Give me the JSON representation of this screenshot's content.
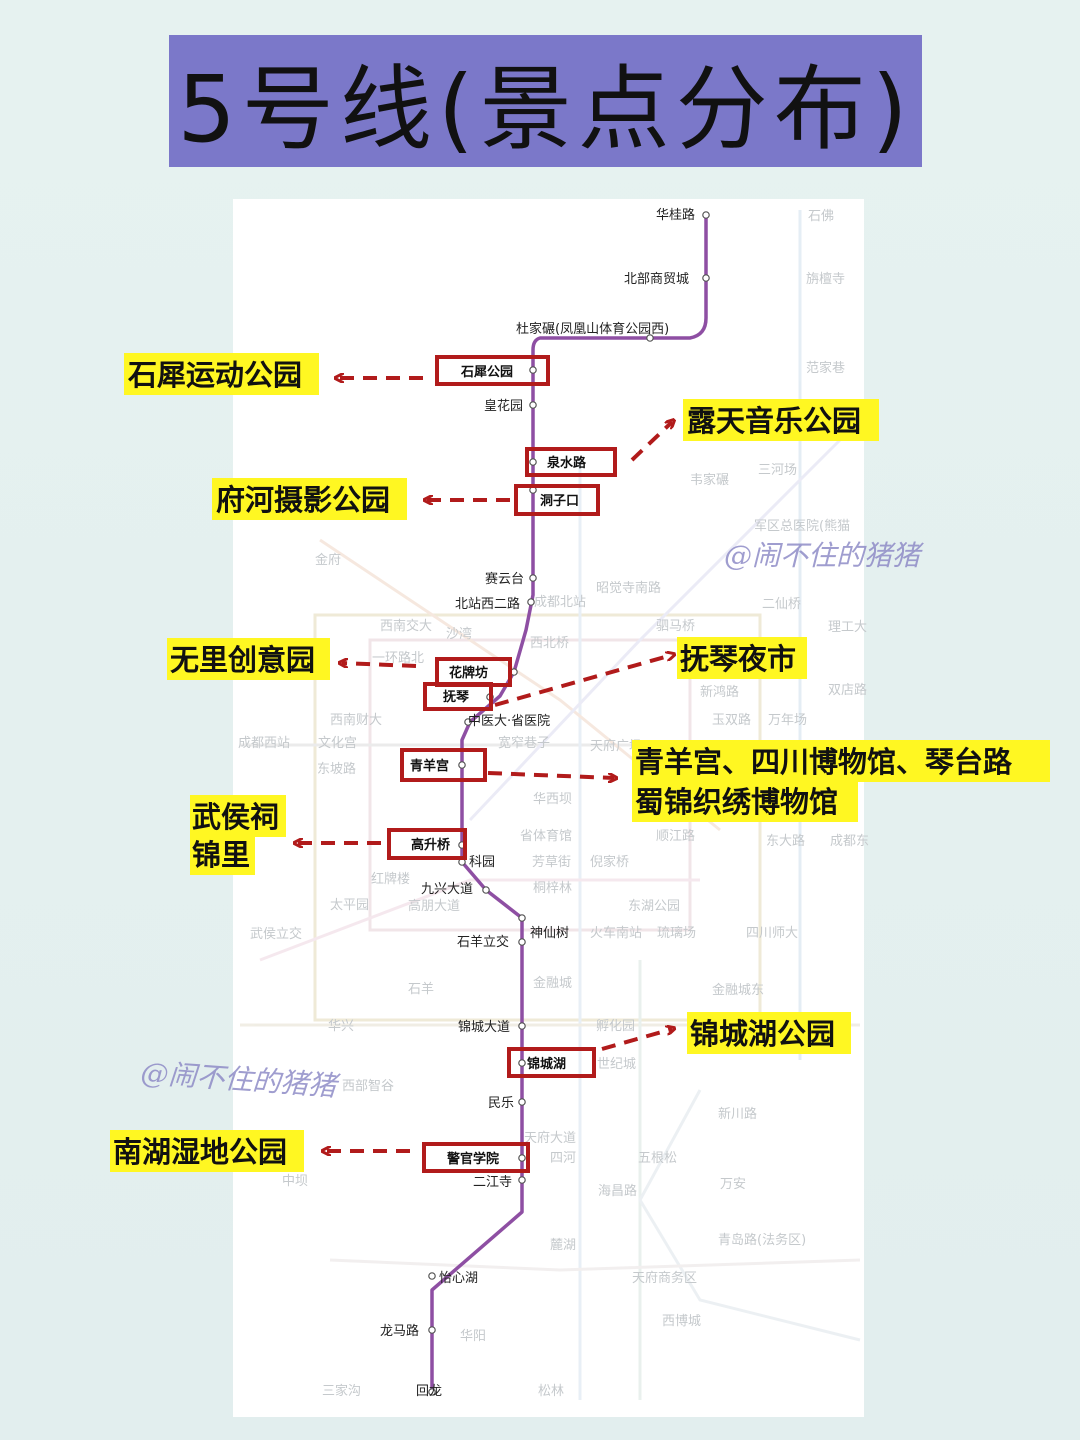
{
  "title": "5号线(景点分布)",
  "watermark": "@闹不住的猪猪",
  "colors": {
    "title_bg": "#7b78c9",
    "line5": "#8e4fa3",
    "box": "#b11b1b",
    "highlight": "#fff722",
    "watermark": "#8f8cc7"
  },
  "line_stations": [
    "华桂路",
    "北部商贸城",
    "杜家碾(凤凰山体育公园西)",
    "石犀公园",
    "皇花园",
    "泉水路",
    "洞子口",
    "赛云台",
    "北站西二路",
    "花牌坊",
    "抚琴",
    "中医大·省医院",
    "青羊宫",
    "高升桥",
    "科园",
    "九兴大道",
    "神仙树",
    "石羊立交",
    "锦城大道",
    "锦城湖",
    "民乐",
    "警官学院",
    "二江寺",
    "怡心湖",
    "龙马路",
    "回龙"
  ],
  "boxed_stations": [
    "石犀公园",
    "泉水路",
    "洞子口",
    "花牌坊",
    "抚琴",
    "青羊宫",
    "高升桥",
    "锦城湖",
    "警官学院"
  ],
  "other_labels": [
    "石佛",
    "旃檀寺",
    "范家巷",
    "三河场",
    "韦家碾",
    "军区总医院(熊猫",
    "金府",
    "西南交大",
    "沙湾",
    "二仙桥",
    "昭觉寺南路",
    "驷马桥",
    "理工大",
    "成都北站",
    "西北桥",
    "一环路北",
    "新鸿路",
    "双店路",
    "西南财大",
    "文化宫",
    "成都西站",
    "东坡路",
    "玉双路",
    "万年场",
    "宽窄巷子",
    "天府广场",
    "华西坝",
    "省体育馆",
    "顺江路",
    "东大路",
    "成都东",
    "芳草街",
    "倪家桥",
    "桐梓林",
    "红牌楼",
    "太平园",
    "高朋大道",
    "武侯立交",
    "火车南站",
    "琉璃场",
    "东湖公园",
    "四川师大",
    "石羊",
    "金融城",
    "金融城东",
    "华兴",
    "孵化园",
    "世纪城",
    "新川路",
    "天府大道",
    "四河",
    "五根松",
    "万安",
    "海昌路",
    "麓湖",
    "青岛路(法务区)",
    "天府商务区",
    "西博城",
    "三家沟",
    "松林",
    "中坝",
    "西部智谷",
    "华阳"
  ],
  "attractions": [
    {
      "station": "石犀公园",
      "names": [
        "石犀运动公园"
      ]
    },
    {
      "station": "泉水路",
      "names": [
        "露天音乐公园"
      ]
    },
    {
      "station": "洞子口",
      "names": [
        "府河摄影公园"
      ]
    },
    {
      "station": "花牌坊",
      "names": [
        "无里创意园"
      ]
    },
    {
      "station": "抚琴",
      "names": [
        "抚琴夜市"
      ]
    },
    {
      "station": "青羊宫",
      "names": [
        "青羊宫、四川博物馆、琴台路",
        "蜀锦织绣博物馆"
      ]
    },
    {
      "station": "高升桥",
      "names": [
        "武侯祠",
        "锦里"
      ]
    },
    {
      "station": "锦城湖",
      "names": [
        "锦城湖公园"
      ]
    },
    {
      "station": "警官学院",
      "names": [
        "南湖湿地公园"
      ]
    }
  ]
}
